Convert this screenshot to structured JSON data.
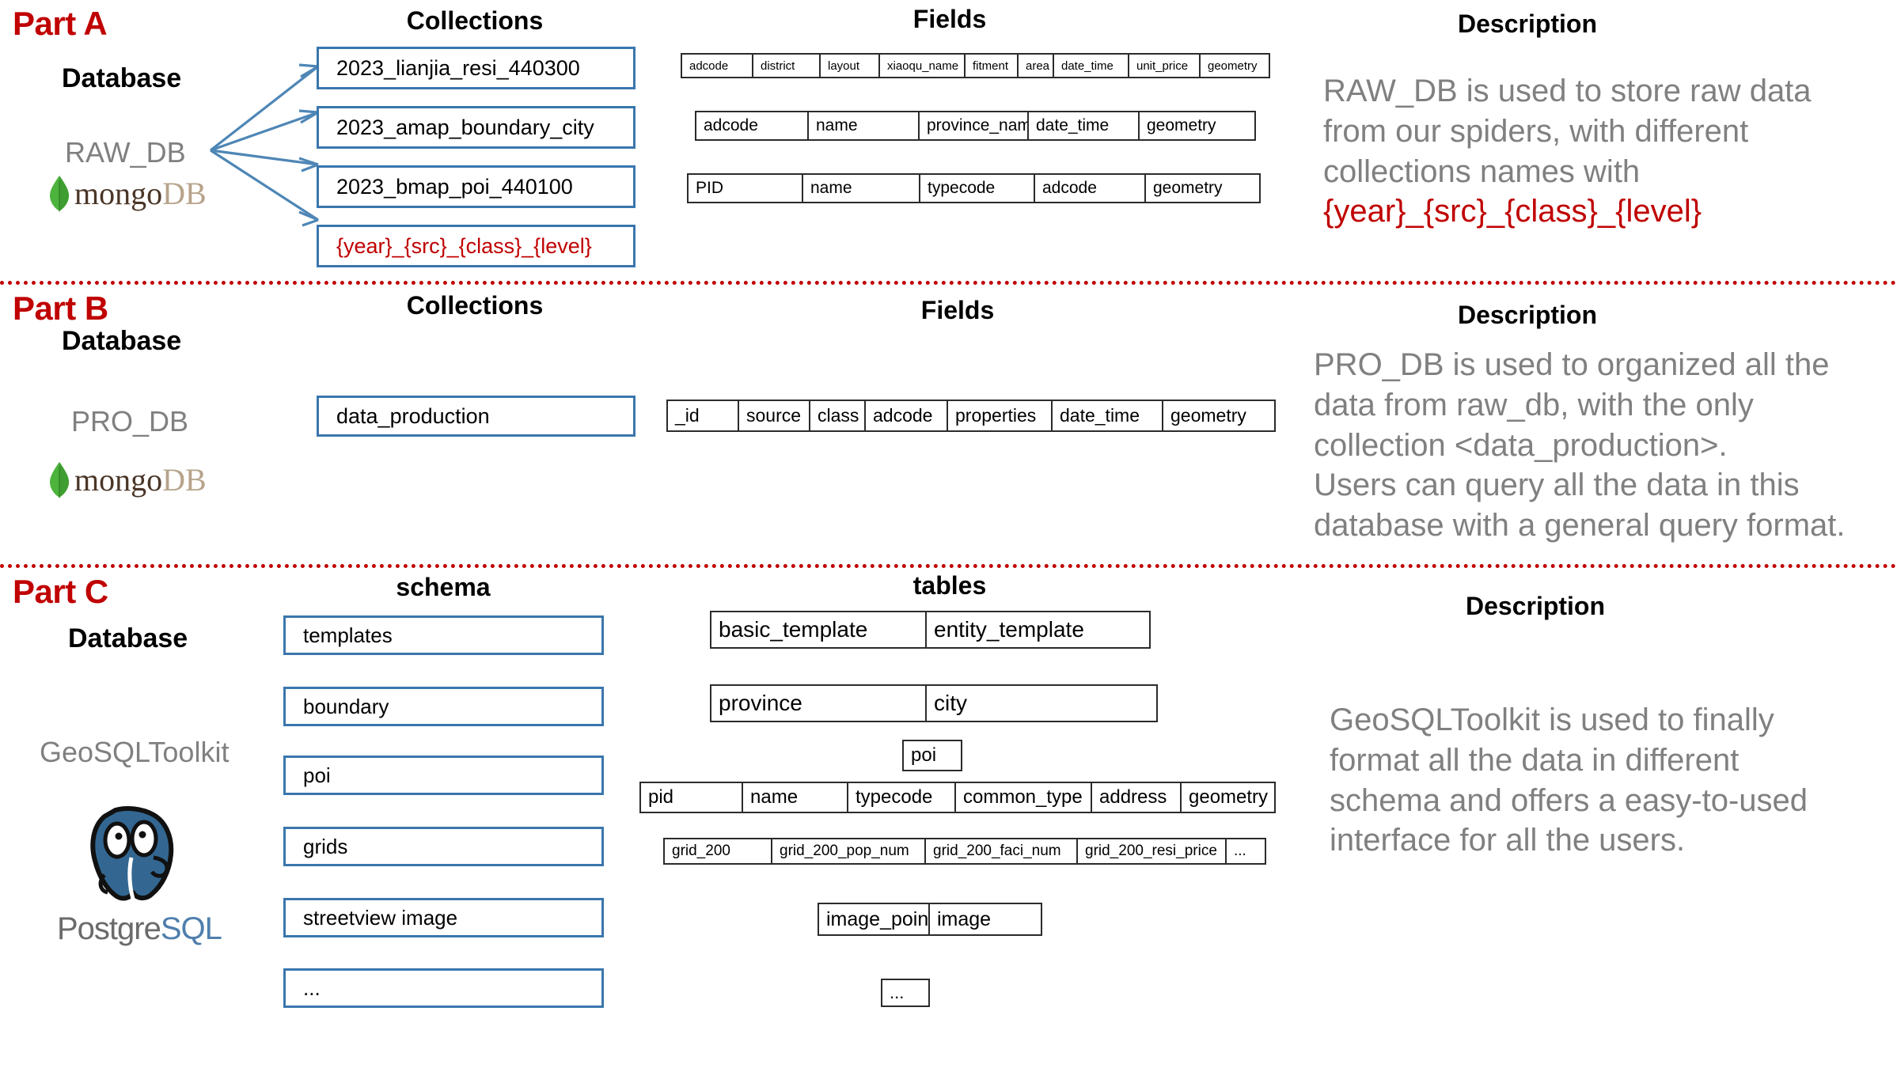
{
  "colors": {
    "part_red": "#C00000",
    "box_blue": "#3A76AD",
    "arrow_blue": "#4E86B6",
    "muted_gray": "#808080",
    "mongo_green": "#4DB33D",
    "postgres_blue": "#336791"
  },
  "partA": {
    "label": "Part A",
    "database_label": "Database",
    "database_name": "RAW_DB",
    "logo": {
      "name": "mongodb-logo",
      "text_primary": "mongo",
      "text_secondary": "DB"
    },
    "columns": {
      "collections": "Collections",
      "fields": "Fields",
      "description": "Description"
    },
    "collections": [
      {
        "name": "2023_lianjia_resi_440300",
        "highlight": false
      },
      {
        "name": "2023_amap_boundary_city",
        "highlight": false
      },
      {
        "name": "2023_bmap_poi_440100",
        "highlight": false
      },
      {
        "name": "{year}_{src}_{class}_{level}",
        "highlight": true
      }
    ],
    "field_tables": [
      {
        "for": "2023_lianjia_resi_440300",
        "fields": [
          "adcode",
          "district",
          "layout",
          "xiaoqu_name",
          "fitment",
          "area",
          "date_time",
          "unit_price",
          "geometry"
        ]
      },
      {
        "for": "2023_amap_boundary_city",
        "fields": [
          "adcode",
          "name",
          "province_name",
          "date_time",
          "geometry"
        ]
      },
      {
        "for": "2023_bmap_poi_440100",
        "fields": [
          "PID",
          "name",
          "typecode",
          "adcode",
          "geometry"
        ]
      }
    ],
    "description": {
      "title": "Description",
      "lines": [
        {
          "text": "RAW_DB is used to store raw data",
          "highlight": false
        },
        {
          "text": "from our spiders, with different",
          "highlight": false
        },
        {
          "text": "collections names with",
          "highlight": false
        },
        {
          "text": "{year}_{src}_{class}_{level}",
          "highlight": true
        }
      ]
    }
  },
  "partB": {
    "label": "Part B",
    "database_label": "Database",
    "database_name": "PRO_DB",
    "logo": {
      "name": "mongodb-logo",
      "text_primary": "mongo",
      "text_secondary": "DB"
    },
    "columns": {
      "collections": "Collections",
      "fields": "Fields",
      "description": "Description"
    },
    "collections": [
      {
        "name": "data_production",
        "highlight": false
      }
    ],
    "field_tables": [
      {
        "for": "data_production",
        "fields": [
          "_id",
          "source",
          "class",
          "adcode",
          "properties",
          "date_time",
          "geometry"
        ]
      }
    ],
    "description": {
      "title": "Description",
      "lines": [
        {
          "text": "PRO_DB is used to organized all the",
          "highlight": false
        },
        {
          "text": "data from raw_db, with the only",
          "highlight": false
        },
        {
          "text": "collection <data_production>.",
          "highlight": false
        },
        {
          "text": "Users can query all the data in this",
          "highlight": false
        },
        {
          "text": "database with a general query format.",
          "highlight": false
        }
      ]
    }
  },
  "partC": {
    "label": "Part C",
    "database_label": "Database",
    "database_name": "GeoSQLToolkit",
    "logo": {
      "name": "postgresql-logo",
      "text_primary": "Postgre",
      "text_secondary": "SQL"
    },
    "columns": {
      "schema": "schema",
      "tables": "tables",
      "description": "Description"
    },
    "schemas": [
      {
        "name": "templates"
      },
      {
        "name": "boundary"
      },
      {
        "name": "poi"
      },
      {
        "name": "grids"
      },
      {
        "name": "streetview image"
      },
      {
        "name": "..."
      }
    ],
    "table_groups": [
      {
        "for": "templates",
        "tables": [
          "basic_template",
          "entity_template"
        ]
      },
      {
        "for": "boundary",
        "tables": [
          "province",
          "city"
        ]
      },
      {
        "for": "poi_title",
        "tables": [
          "poi"
        ]
      },
      {
        "for": "poi",
        "tables": [
          "pid",
          "name",
          "typecode",
          "common_type",
          "address",
          "geometry"
        ]
      },
      {
        "for": "grids",
        "tables": [
          "grid_200",
          "grid_200_pop_num",
          "grid_200_faci_num",
          "grid_200_resi_price",
          "..."
        ]
      },
      {
        "for": "streetview image",
        "tables": [
          "image_point",
          "image"
        ]
      },
      {
        "for": "...",
        "tables": [
          "..."
        ]
      }
    ],
    "description": {
      "title": "Description",
      "lines": [
        {
          "text": "GeoSQLToolkit is used to finally",
          "highlight": false
        },
        {
          "text": "format all the data in different",
          "highlight": false
        },
        {
          "text": "schema and offers a easy-to-used",
          "highlight": false
        },
        {
          "text": "interface for all the users.",
          "highlight": false
        }
      ]
    }
  }
}
